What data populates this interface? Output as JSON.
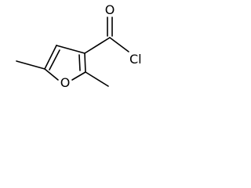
{
  "molecule": {
    "atoms": {
      "oxygen_carbonyl": "O",
      "chlorine": "Cl",
      "oxygen_ring": "O"
    }
  }
}
